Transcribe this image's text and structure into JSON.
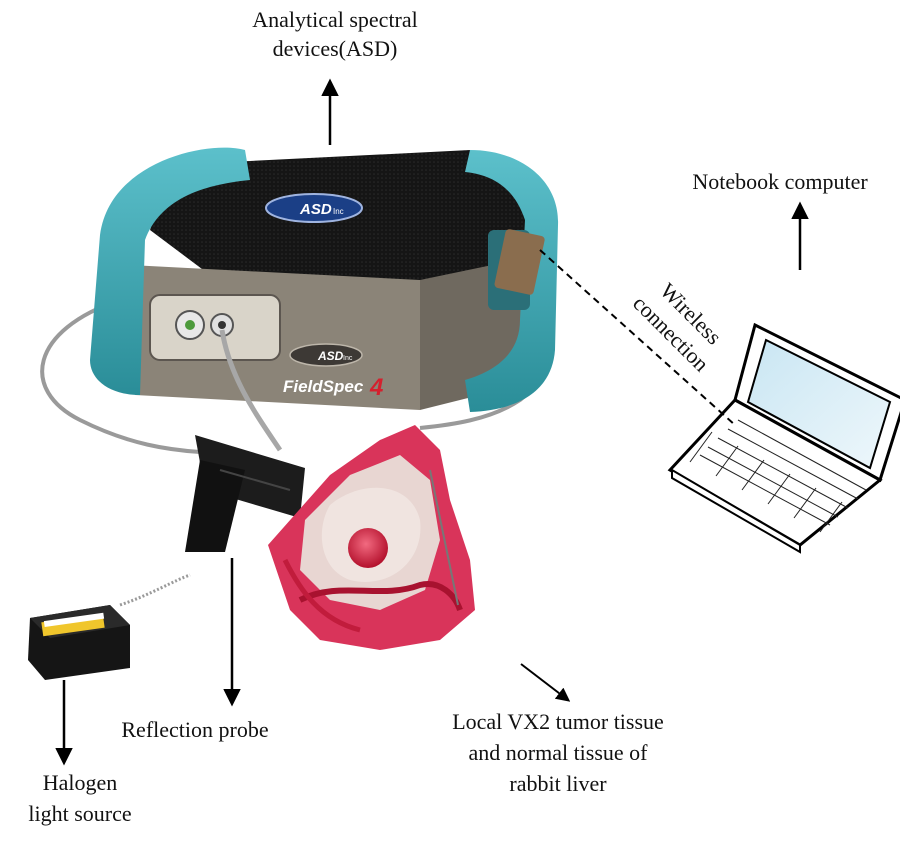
{
  "labels": {
    "asd_line1": "Analytical spectral",
    "asd_line2": "devices(ASD)",
    "notebook": "Notebook computer",
    "wireless_line1": "Wireless",
    "wireless_line2": "connection",
    "probe": "Reflection probe",
    "tissue_line1": "Local VX2 tumor tissue",
    "tissue_line2": "and normal tissue of",
    "tissue_line3": "rabbit liver",
    "halogen_line1": "Halogen",
    "halogen_line2": "light source"
  },
  "device_text": {
    "brand_top": "ASD",
    "brand_top_suffix": "Inc",
    "brand_front": "ASD",
    "brand_front_suffix": "Inc",
    "model": "FieldSpec",
    "model_number": "4"
  },
  "colors": {
    "device_teal": "#3aa7b3",
    "device_teal_dark": "#1f7d88",
    "device_body": "#8a8378",
    "device_top": "#1a1a1a",
    "tissue_red": "#c8213d",
    "tissue_pink": "#e35b7a",
    "probe_black": "#1c1c1c",
    "arrow": "#000000"
  },
  "icons": [
    "spectrometer-image",
    "laptop-icon",
    "probe-image",
    "light-source-image",
    "tissue-image"
  ]
}
